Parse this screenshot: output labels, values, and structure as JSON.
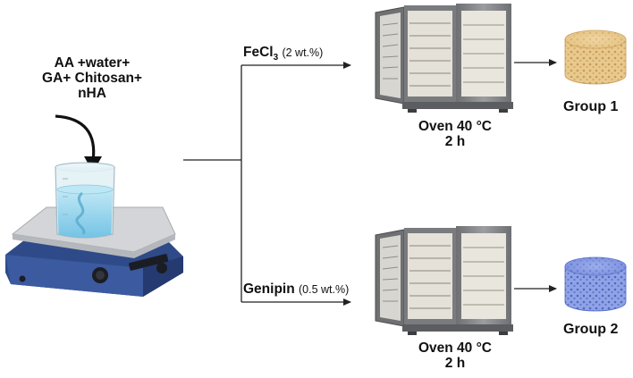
{
  "mixture": {
    "line1": "AA +water+",
    "line2": "GA+ Chitosan+",
    "line3": "nHA"
  },
  "branch_top": {
    "reagent": "FeCl",
    "reagent_sub": "3",
    "concentration": "(2 wt.%)",
    "oven_line1": "Oven 40 °C",
    "oven_line2": "2 h",
    "group": "Group 1",
    "scaffold_color": "#e8c98e"
  },
  "branch_bottom": {
    "reagent": "Genipin",
    "concentration": "(0.5 wt.%)",
    "oven_line1": "Oven 40 °C",
    "oven_line2": "2 h",
    "group": "Group 2",
    "scaffold_color": "#7f95e0"
  },
  "colors": {
    "stirrer_body": "#34508f",
    "stirrer_plate": "#d6d8dc",
    "liquid": "#9fd8ee",
    "oven_body": "#8a8b8d"
  }
}
